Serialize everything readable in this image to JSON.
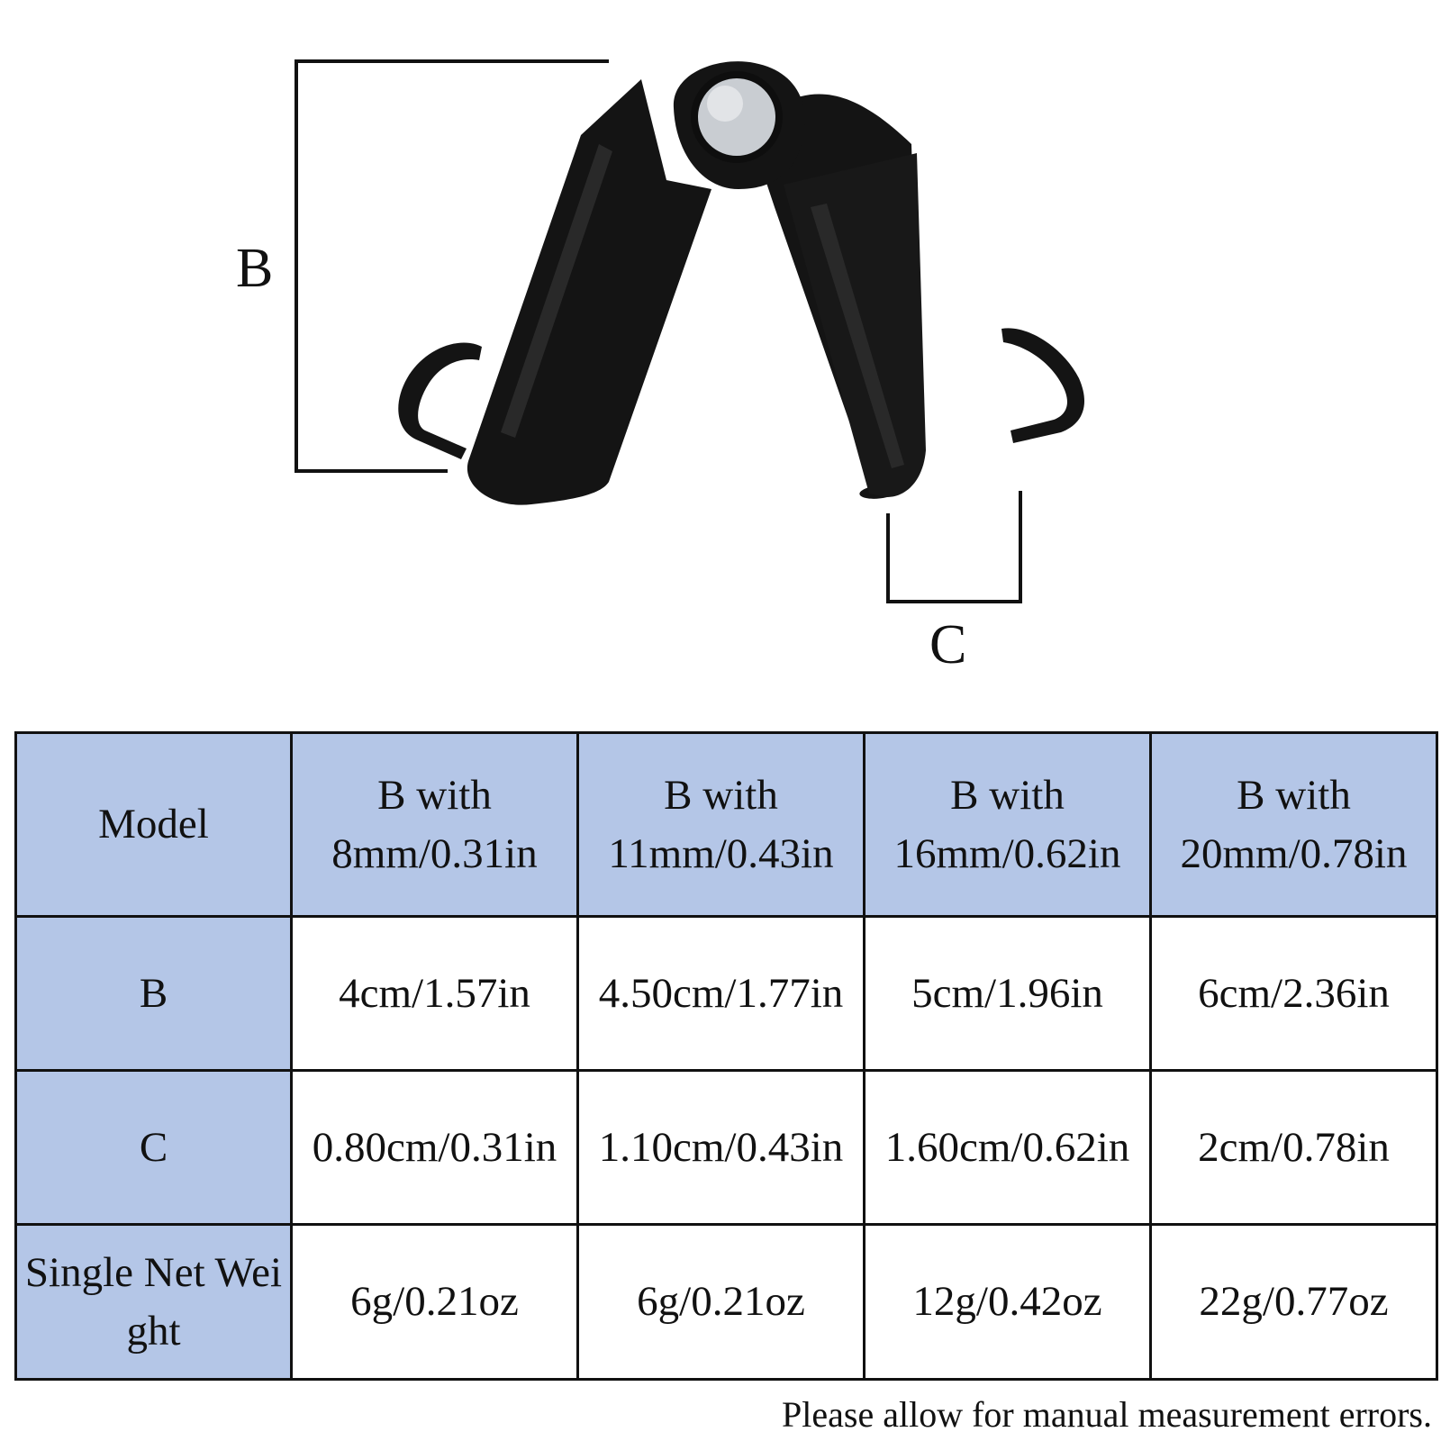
{
  "figure": {
    "dimension_b_label": "B",
    "dimension_c_label": "C",
    "colors": {
      "product_body": "#141414",
      "product_highlight": "#3a3a3a",
      "screw_metal": "#c9cdd2",
      "dimension_line": "#111111"
    }
  },
  "table": {
    "header": {
      "model_label": "Model",
      "columns": [
        {
          "line1": "B with",
          "line2": "8mm/0.31in"
        },
        {
          "line1": "B with",
          "line2": "11mm/0.43in"
        },
        {
          "line1": "B with",
          "line2": "16mm/0.62in"
        },
        {
          "line1": "B with",
          "line2": "20mm/0.78in"
        }
      ]
    },
    "rows": [
      {
        "label": "B",
        "values": [
          "4cm/1.57in",
          "4.50cm/1.77in",
          "5cm/1.96in",
          "6cm/2.36in"
        ]
      },
      {
        "label": "C",
        "values": [
          "0.80cm/0.31in",
          "1.10cm/0.43in",
          "1.60cm/0.62in",
          "2cm/0.78in"
        ]
      },
      {
        "label": "Single Net Weight",
        "values": [
          "6g/0.21oz",
          "6g/0.21oz",
          "12g/0.42oz",
          "22g/0.77oz"
        ]
      }
    ],
    "colors": {
      "header_fill": "#b4c6e7",
      "cell_fill": "#ffffff",
      "border": "#111111"
    }
  },
  "note": "Please allow for manual measurement errors."
}
